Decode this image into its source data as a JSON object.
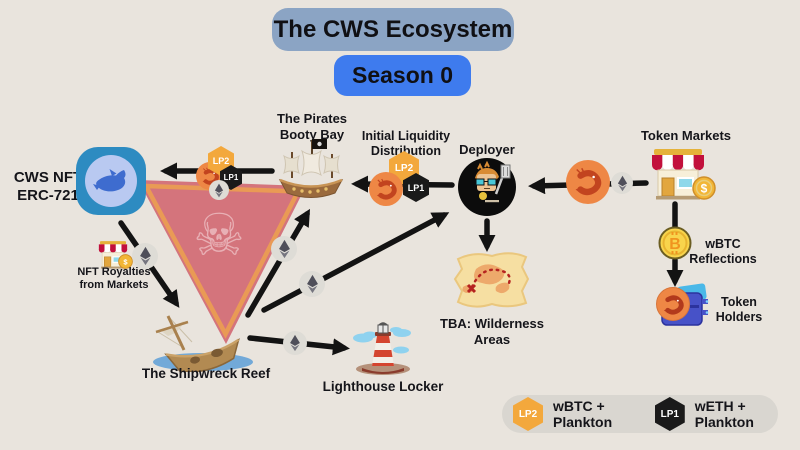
{
  "header": {
    "title": "The CWS Ecosystem",
    "season": "Season 0"
  },
  "nodes": {
    "cws_nft": {
      "line1": "CWS NFT",
      "line2": "ERC-721"
    },
    "booty_bay": {
      "line1": "The Pirates",
      "line2": "Booty Bay"
    },
    "initial_liquidity": {
      "line1": "Initial Liquidity",
      "line2": "Distribution"
    },
    "deployer": {
      "label": "Deployer"
    },
    "token_markets": {
      "label": "Token Markets"
    },
    "wbtc_reflections": {
      "line1": "wBTC",
      "line2": "Reflections"
    },
    "token_holders": {
      "line1": "Token",
      "line2": "Holders"
    },
    "tba_wilderness": {
      "line1": "TBA: Wilderness",
      "line2": "Areas"
    },
    "shipwreck_reef": {
      "label": "The Shipwreck Reef"
    },
    "lighthouse_locker": {
      "label": "Lighthouse Locker"
    },
    "nft_royalties": {
      "line1": "NFT Royalties",
      "line2": "from Markets"
    }
  },
  "badges": {
    "lp1": "LP1",
    "lp2": "LP2"
  },
  "legend": {
    "lp2": {
      "badge": "LP2",
      "text": "wBTC + Plankton"
    },
    "lp1": {
      "badge": "LP1",
      "text": "wETH + Plankton"
    }
  },
  "symbols": {
    "skull": "☠",
    "bitcoin": "B",
    "dollar": "$"
  },
  "colors": {
    "background": "#e9e4dd",
    "title_box": "#8ba4c4",
    "season_box": "#3e7bee",
    "triangle_fill": "#d4747c",
    "triangle_stroke": "#e99a55",
    "skull": "#e8b0b5",
    "lp2_hex": "#f3a83c",
    "lp1_hex": "#1a1a1a",
    "shrimp_circle": "#ee8745",
    "eth_circle": "#dedcd6",
    "legend_pill": "#d9d6d0",
    "arrow": "#131313",
    "cws_icon": "#2d8bc1",
    "wallet": "#4752c8",
    "bitcoin_coin": "#f8d44c"
  }
}
